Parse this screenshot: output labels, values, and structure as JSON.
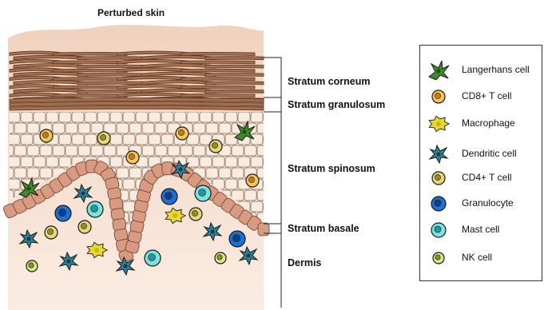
{
  "title": "Perturbed skin",
  "layers": [
    {
      "id": "corneum",
      "label": "Stratum corneum"
    },
    {
      "id": "granulosum",
      "label": "Stratum granulosum"
    },
    {
      "id": "spinosum",
      "label": "Stratum spinosum"
    },
    {
      "id": "basale",
      "label": "Stratum basale"
    },
    {
      "id": "dermis",
      "label": "Dermis"
    }
  ],
  "legend": [
    {
      "label": "Langerhans cell",
      "icon": "langerhans-cell-icon",
      "color": "#3f8a2a"
    },
    {
      "label": "CD8+ T cell",
      "icon": "cd8-t-cell-icon",
      "color": "#e39a1e"
    },
    {
      "label": "Macrophage",
      "icon": "macrophage-icon",
      "color": "#e8d830"
    },
    {
      "label": "Dendritic cell",
      "icon": "dendritic-cell-icon",
      "color": "#2f7f95"
    },
    {
      "label": "CD4+ T cell",
      "icon": "cd4-t-cell-icon",
      "color": "#c7b03c"
    },
    {
      "label": "Granulocyte",
      "icon": "granulocyte-icon",
      "color": "#1f6fd0"
    },
    {
      "label": "Mast cell",
      "icon": "mast-cell-icon",
      "color": "#3cc4c4"
    },
    {
      "label": "NK cell",
      "icon": "nk-cell-icon",
      "color": "#b9d34a"
    }
  ]
}
